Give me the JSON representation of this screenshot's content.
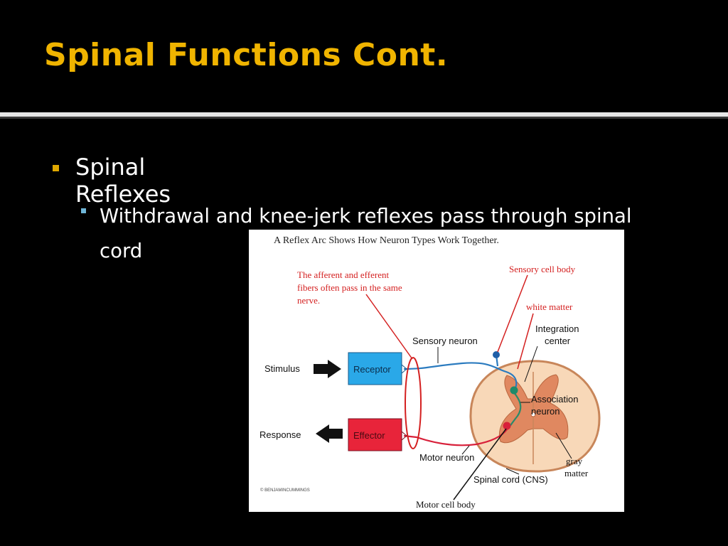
{
  "slide": {
    "title": "Spinal Functions Cont.",
    "bullets": [
      {
        "level": 1,
        "text": "Spinal Reflexes"
      },
      {
        "level": 2,
        "text": "Withdrawal and knee-jerk reflexes pass through spinal cord"
      }
    ]
  },
  "diagram": {
    "title": "A Reflex Arc Shows How Neuron Types Work Together.",
    "note": [
      "The afferent and efferent",
      "fibers often pass in the same",
      "nerve."
    ],
    "labels": {
      "sensory_cell_body": "Sensory cell body",
      "white_matter": "white matter",
      "integration_center": [
        "Integration",
        "center"
      ],
      "sensory_neuron": "Sensory neuron",
      "stimulus": "Stimulus",
      "receptor": "Receptor",
      "association_neuron": [
        "Association",
        "neuron"
      ],
      "response": "Response",
      "effector": "Effector",
      "motor_neuron": "Motor neuron",
      "gray_matter": [
        "gray",
        "matter"
      ],
      "spinal_cord": "Spinal cord (CNS)",
      "credit": "© BENJAMINCUMMINGS",
      "motor_cell_body": "Motor cell body"
    }
  },
  "colors": {
    "title": "#f0b400",
    "bullet1": "#e0a800",
    "bullet2": "#6fb6d8",
    "annotation_red": "#d42020",
    "receptor": "#2aa8e8",
    "effector": "#e8243a",
    "sensory_fiber": "#2b7bbf",
    "motor_fiber": "#d8203a",
    "cord_outer": "#f8d8b8",
    "cord_gray": "#e08860"
  }
}
